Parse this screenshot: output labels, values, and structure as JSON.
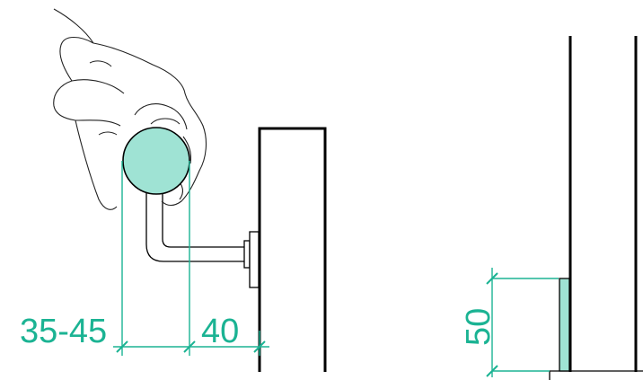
{
  "dimensions": {
    "grip_diameter": "35-45",
    "wall_clearance": "40",
    "upstand_height": "50"
  },
  "colors": {
    "dimension": "#1bb393",
    "handrail_fill": "#9fe3d4",
    "outline": "#000000",
    "hand_stroke": "#222222"
  },
  "icons": {
    "hand": "hand-illustration"
  }
}
